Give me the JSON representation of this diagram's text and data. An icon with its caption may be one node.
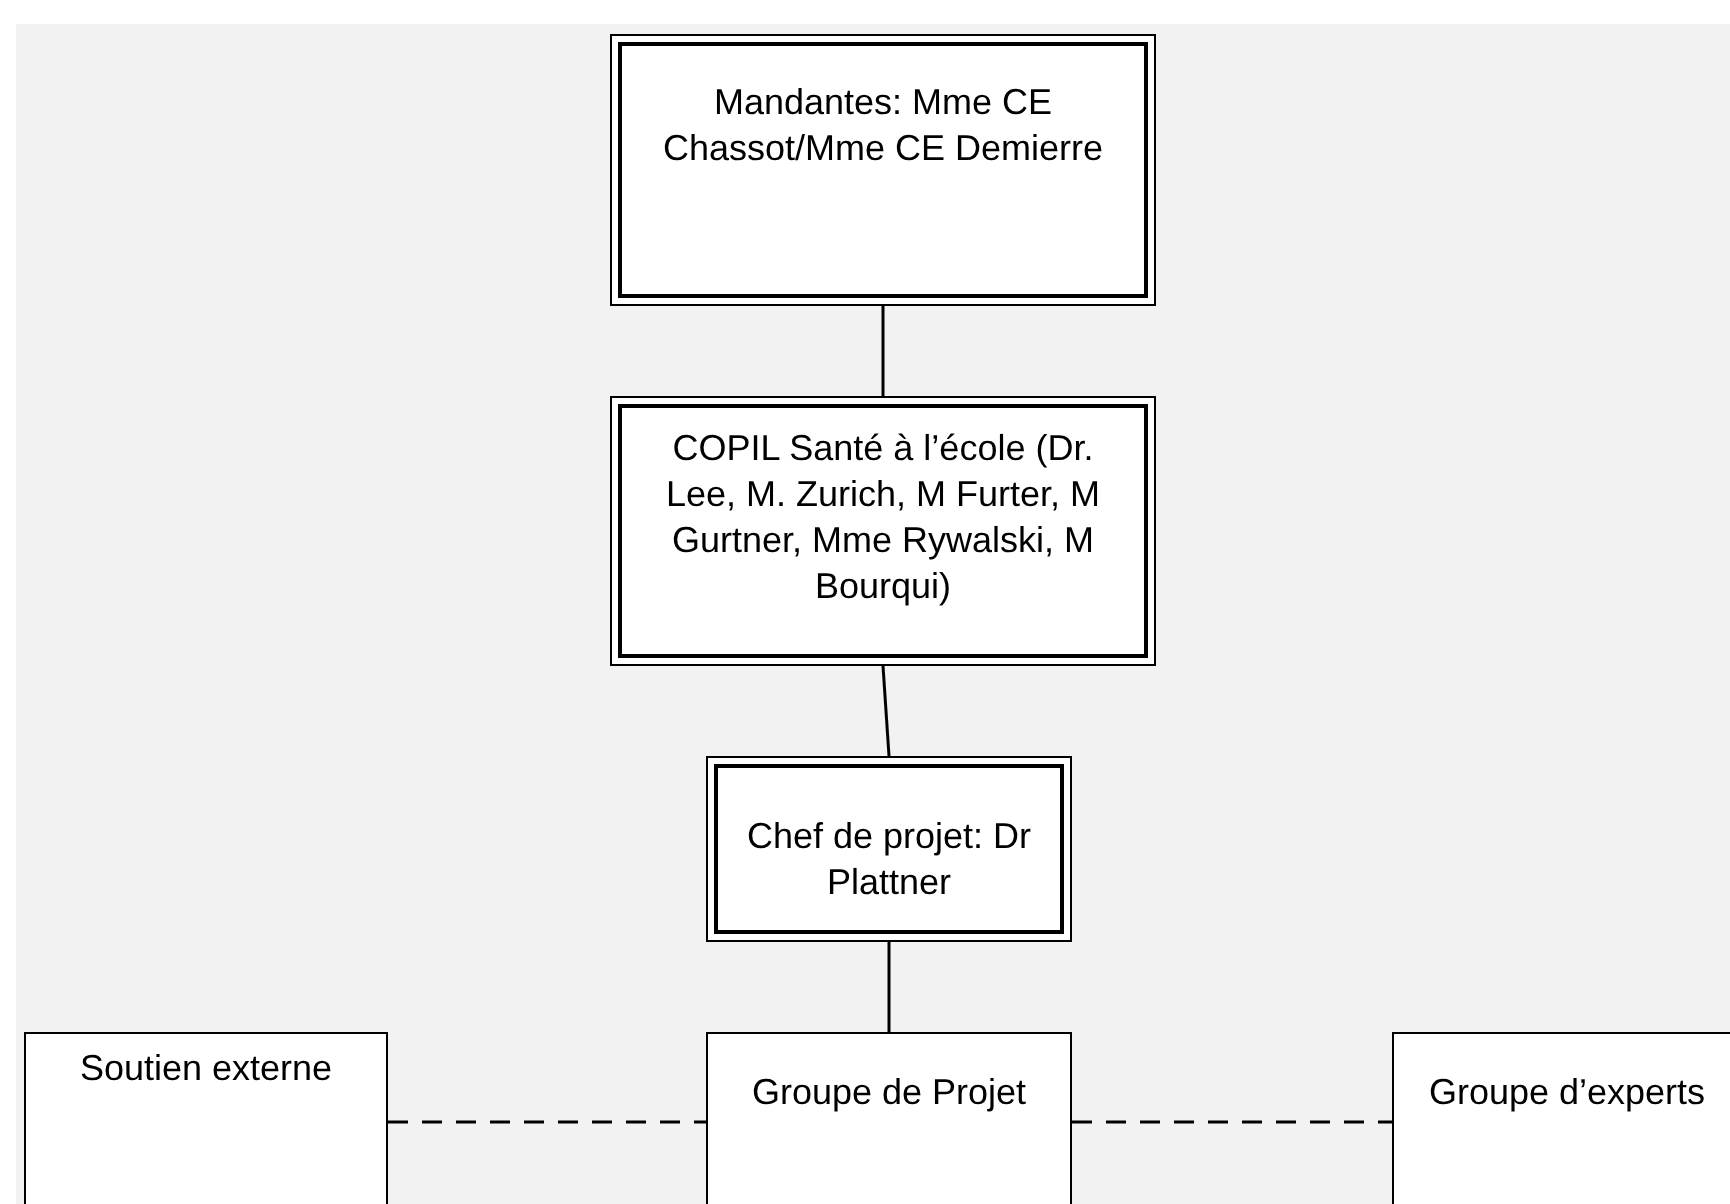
{
  "diagram": {
    "nodes": [
      {
        "text": [
          "Mandantes: Mme CE Chassot/Mme CE Demierre"
        ]
      },
      {
        "text": [
          "COPIL Santé à l’école (Dr. Lee, M. Zurich, M Furter, M Gurtner, Mme Rywalski, M Bourqui)"
        ]
      },
      {
        "text": [
          "Chef de projet: Dr Plattner"
        ]
      },
      {
        "text": [
          "Soutien externe"
        ]
      },
      {
        "text": [
          "Groupe de Projet"
        ]
      },
      {
        "text": [
          "Groupe d’experts"
        ]
      }
    ],
    "edges": [
      {
        "from": 0,
        "to": 1,
        "arrow": "none"
      },
      {
        "from": 1,
        "to": 2,
        "arrow": "none"
      },
      {
        "from": 2,
        "to": 4,
        "arrow": "none"
      },
      {
        "from": 3,
        "to": 4,
        "arrow": "none",
        "style": "dashed"
      },
      {
        "from": 4,
        "to": 5,
        "arrow": "none",
        "style": "dashed"
      }
    ]
  }
}
